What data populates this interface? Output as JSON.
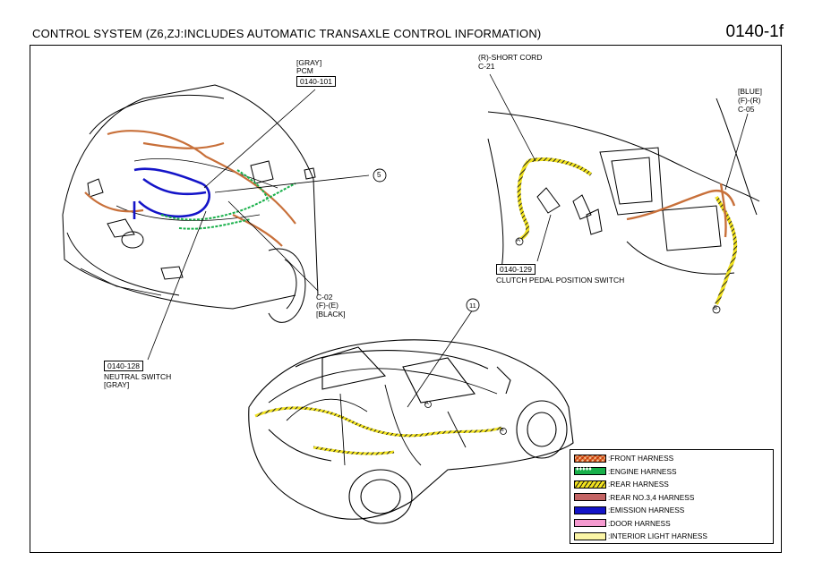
{
  "header": {
    "title": "CONTROL SYSTEM (Z6,ZJ:INCLUDES AUTOMATIC TRANSAXLE CONTROL INFORMATION)",
    "page_code": "0140-1f"
  },
  "callouts": {
    "pcm": {
      "line1": "[GRAY]",
      "line2": "PCM",
      "ref": "0140-101"
    },
    "item5": "5",
    "c02": {
      "line1": "C-02",
      "line2": "(F)-(E)",
      "line3": "[BLACK]"
    },
    "neutral_switch": {
      "ref": "0140-128",
      "line1": "NEUTRAL SWITCH",
      "line2": "[GRAY]"
    },
    "short_cord": {
      "line1": "(R)-SHORT CORD",
      "line2": "C-21"
    },
    "c05": {
      "line1": "[BLUE]",
      "line2": "(F)-(R)",
      "line3": "C-05"
    },
    "clutch": {
      "ref": "0140-129",
      "line1": "CLUTCH PEDAL POSITION SWITCH"
    },
    "item11": "11",
    "marker_a": "A",
    "marker_b": "B"
  },
  "legend": {
    "items": [
      {
        "label": ":FRONT HARNESS",
        "color": "#e07a3a"
      },
      {
        "label": ":ENGINE HARNESS",
        "color": "#18b04a"
      },
      {
        "label": ":REAR HARNESS",
        "color": "#f1e21e"
      },
      {
        "label": ":REAR NO.3,4 HARNESS",
        "color": "#c46464"
      },
      {
        "label": ":EMISSION HARNESS",
        "color": "#1414c8"
      },
      {
        "label": ":DOOR HARNESS",
        "color": "#f59ad0"
      },
      {
        "label": ":INTERIOR LIGHT HARNESS",
        "color": "#fbf5a6"
      }
    ]
  }
}
